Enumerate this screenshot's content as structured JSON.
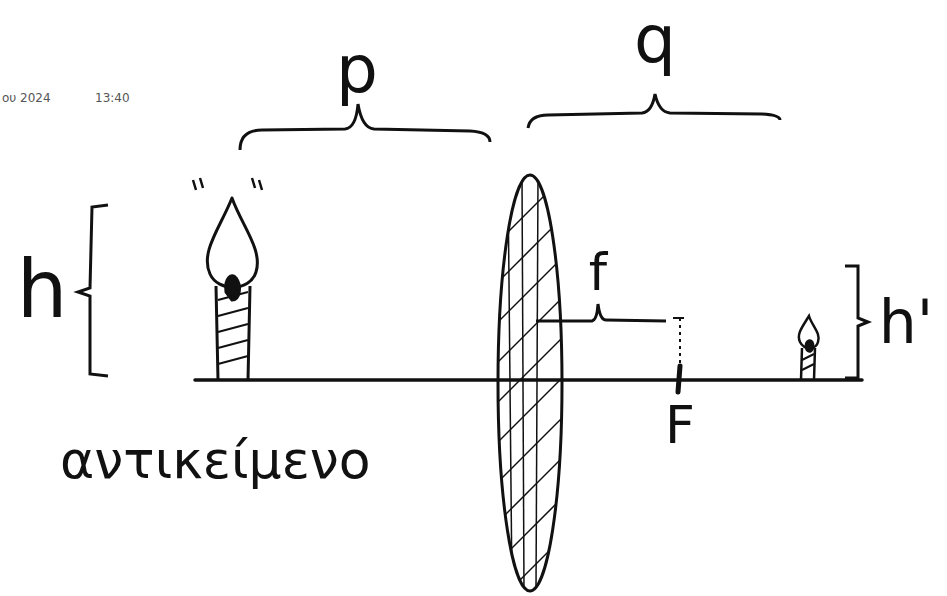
{
  "diagram": {
    "labels": [
      "ου 2024",
      "13:40",
      "p",
      "q",
      "h",
      "h'",
      "f",
      "F",
      "αντικείμενο"
    ]
  }
}
